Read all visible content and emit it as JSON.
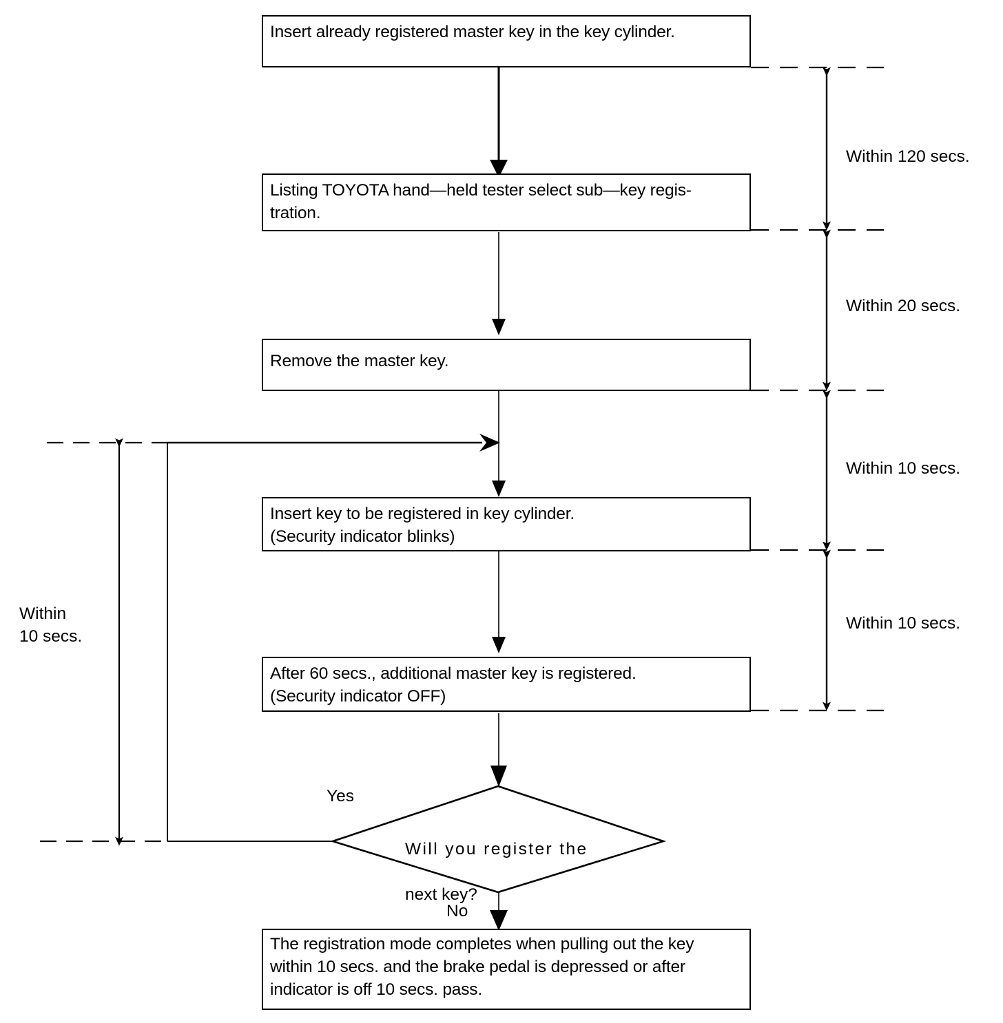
{
  "diagram": {
    "type": "flowchart",
    "title": "Key registration procedure (sub-key registration)",
    "nodes": [
      {
        "id": "step1",
        "shape": "process",
        "text": "Insert already registered master key in the key cylinder."
      },
      {
        "id": "step2",
        "shape": "process",
        "text": "Listing TOYOTA hand—held tester select sub—key regis-\ntration."
      },
      {
        "id": "step3",
        "shape": "process",
        "text": "Remove the master key."
      },
      {
        "id": "step4",
        "shape": "process",
        "text": "Insert key to be registered in key cylinder.\n(Security indicator blinks)"
      },
      {
        "id": "step5",
        "shape": "process",
        "text": "After 60 secs., additional master key is registered.\n(Security indicator OFF)"
      },
      {
        "id": "decision",
        "shape": "diamond",
        "line1": "Will you register the",
        "line2": "next key?"
      },
      {
        "id": "step6",
        "shape": "process",
        "text": "The registration mode completes when pulling out the key\nwithin 10 secs. and the brake pedal is depressed or after\nindicator is off 10 secs. pass."
      }
    ],
    "branch_labels": {
      "yes": "Yes",
      "no": "No"
    },
    "timing_annotations": {
      "right": [
        {
          "id": "t120",
          "label": "Within 120 secs.",
          "from": "step1",
          "to": "step2"
        },
        {
          "id": "t20",
          "label": "Within 20 secs.",
          "from": "step2",
          "to": "step3"
        },
        {
          "id": "t10a",
          "label": "Within 10 secs.",
          "from": "step3",
          "to": "step4"
        },
        {
          "id": "t10b",
          "label": "Within 10 secs.",
          "from": "step4",
          "to": "step5"
        }
      ],
      "left": [
        {
          "id": "t10left",
          "label": "Within\n10 secs.",
          "from": "loop-entry",
          "to": "decision"
        }
      ]
    },
    "colors": {
      "stroke": "#000000",
      "fill": "#ffffff",
      "text": "#000000"
    }
  }
}
